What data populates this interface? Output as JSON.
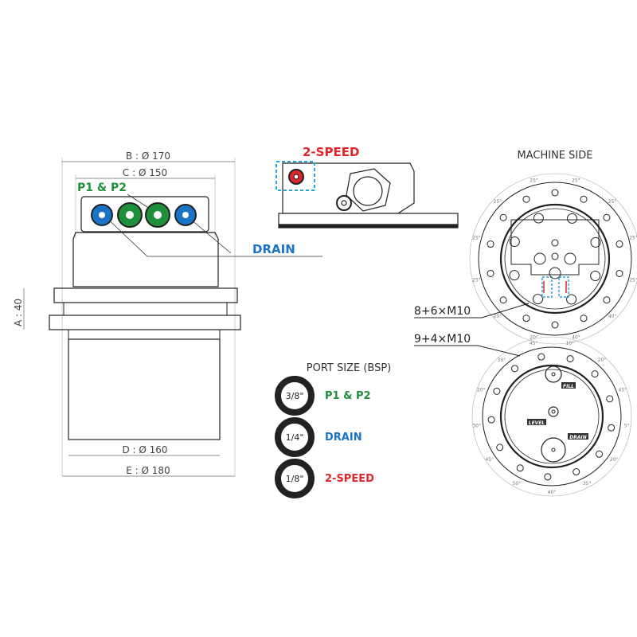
{
  "front_view": {
    "dim_b": "B : Ø 170",
    "dim_c": "C : Ø 150",
    "dim_a": "A : 40",
    "dim_d": "D : Ø 160",
    "dim_e": "E : Ø 180",
    "label_p1p2": "P1 & P2",
    "label_drain": "DRAIN"
  },
  "side_view": {
    "label_2speed": "2-SPEED"
  },
  "port_size": {
    "title": "PORT SIZE (BSP)",
    "items": [
      {
        "size": "3/8\"",
        "label": "P1 & P2",
        "color": "#1e8f3a"
      },
      {
        "size": "1/4\"",
        "label": "DRAIN",
        "color": "#1a73c4"
      },
      {
        "size": "1/8\"",
        "label": "2-SPEED",
        "color": "#e0252b"
      }
    ]
  },
  "machine_side": {
    "title": "MACHINE SIDE",
    "bolt_label": "8+6×M10",
    "angles": [
      "25°",
      "25°",
      "25°",
      "25°",
      "40°",
      "40°",
      "20°",
      "20°",
      "25°",
      "25°",
      "25°",
      "25°"
    ]
  },
  "sprocket_side": {
    "bolt_label": "9+4×M10",
    "angles": [
      "10°",
      "20°",
      "45°",
      "5°",
      "20°",
      "35°",
      "40°",
      "50°",
      "45°",
      "30°",
      "20°",
      "30°",
      "45°"
    ],
    "fill": "FILL",
    "level": "LEVEL",
    "drain": "DRAIN"
  },
  "colors": {
    "green": "#1e8f3a",
    "blue": "#1a73c4",
    "red": "#e0252b"
  }
}
